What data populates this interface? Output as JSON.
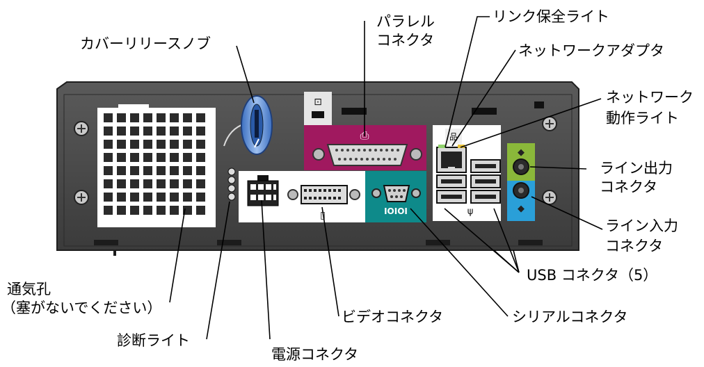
{
  "callouts": {
    "cover_release": "カバーリリースノブ",
    "parallel_line1": "パラレル",
    "parallel_line2": "コネクタ",
    "link_integrity": "リンク保全ライト",
    "network_adapter": "ネットワークアダプタ",
    "net_activity_line1": "ネットワーク",
    "net_activity_line2": "動作ライト",
    "line_out_line1": "ライン出力",
    "line_out_line2": "コネクタ",
    "line_in_line1": "ライン入力",
    "line_in_line2": "コネクタ",
    "usb": "USB コネクタ（5）",
    "vents_line1": "通気孔",
    "vents_line2": "（塞がないでください）",
    "diagnostic": "診断ライト",
    "video": "ビデオコネクタ",
    "serial": "シリアルコネクタ",
    "power": "電源コネクタ"
  },
  "colors": {
    "chassis": "#4a4a4a",
    "parallel_port": "#a0195f",
    "serial_port": "#0e8a8a",
    "line_out_jack": "#8ab83a",
    "line_in_jack": "#2a9fd8",
    "knob": "#5b8fd6"
  },
  "icons": [
    "lock-icon",
    "parallel-port-icon",
    "serial-port-icon",
    "monitor-port-icon",
    "usb-icon",
    "network-icon",
    "audio-out-icon",
    "audio-in-icon",
    "screw-icon"
  ]
}
